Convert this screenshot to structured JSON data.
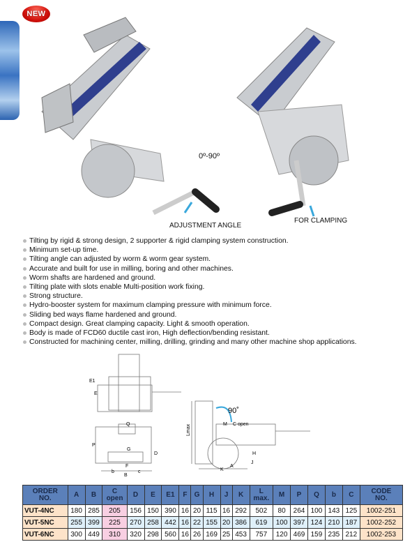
{
  "badge": "NEW",
  "photo_labels": {
    "angle": "0º-90º",
    "adjustment": "ADJUSTMENT ANGLE",
    "clamping": "FOR CLAMPING"
  },
  "features": [
    "Tilting by rigid & strong design, 2 supporter & rigid clamping system construction.",
    "Minimum set-up time.",
    "Tilting angle can adjusted by worm & worm gear system.",
    "Accurate and built for use in milling, boring and other machines.",
    "Worm shafts are hardened and ground.",
    "Tilting plate with slots enable Multi-position work fixing.",
    "Strong structure.",
    "Hydro-booster system for maximum clamping pressure with minimum force.",
    "Sliding bed ways flame hardened and ground.",
    "Compact design. Great clamping capacity. Light & smooth operation.",
    "Body is made of FCD60 ductile cast iron, High deflection/bending resistant.",
    "Constructed for machining center, milling, drilling, grinding and many other machine shop applications."
  ],
  "drawing": {
    "E1": "E1",
    "E": "E",
    "Q": "Q",
    "P": "P",
    "G": "G",
    "D": "D",
    "F": "F",
    "b": "b",
    "B": "B",
    "c": "c",
    "Lmax": "Lmax",
    "M": "M",
    "Copen": "C open",
    "angle": "90˚",
    "H": "H",
    "J": "J",
    "A": "A",
    "K": "K"
  },
  "table": {
    "headers": [
      [
        "ORDER",
        "NO."
      ],
      [
        "A"
      ],
      [
        "B"
      ],
      [
        "C",
        "open"
      ],
      [
        "D"
      ],
      [
        "E"
      ],
      [
        "E1"
      ],
      [
        "F"
      ],
      [
        "G"
      ],
      [
        "H"
      ],
      [
        "J"
      ],
      [
        "K"
      ],
      [
        "L",
        "max."
      ],
      [
        "M"
      ],
      [
        "P"
      ],
      [
        "Q"
      ],
      [
        "b"
      ],
      [
        "C"
      ],
      [
        "CODE",
        "NO."
      ]
    ],
    "rows": [
      [
        "VUT-4NC",
        "180",
        "285",
        "205",
        "156",
        "150",
        "390",
        "16",
        "20",
        "115",
        "16",
        "292",
        "502",
        "80",
        "264",
        "100",
        "143",
        "125",
        "1002-251"
      ],
      [
        "VUT-5NC",
        "255",
        "399",
        "225",
        "270",
        "258",
        "442",
        "16",
        "22",
        "155",
        "20",
        "386",
        "619",
        "100",
        "397",
        "124",
        "210",
        "187",
        "1002-252"
      ],
      [
        "VUT-6NC",
        "300",
        "449",
        "310",
        "320",
        "298",
        "560",
        "16",
        "26",
        "169",
        "25",
        "453",
        "757",
        "120",
        "469",
        "159",
        "235",
        "212",
        "1002-253"
      ]
    ]
  },
  "colors": {
    "header": "#5b80ba",
    "accent_arrow": "#3aa8dc"
  }
}
